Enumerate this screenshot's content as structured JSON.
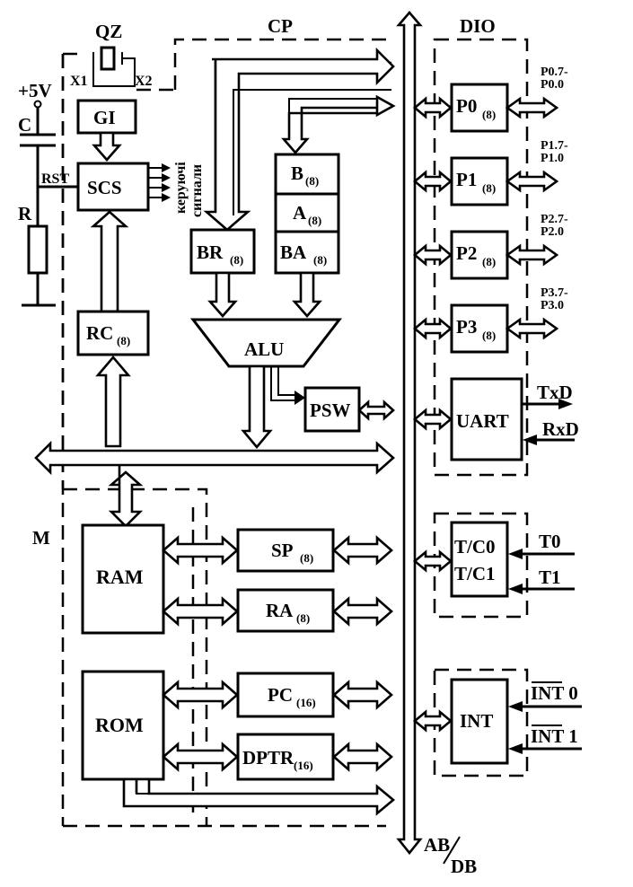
{
  "blocks": {
    "qz": "QZ",
    "x1": "X1",
    "x2": "X2",
    "plus5v": "+5V",
    "c": "C",
    "r": "R",
    "rst": "RST",
    "gi": "GI",
    "scs": "SCS",
    "control_signals_line1": "керуючі",
    "control_signals_line2": "сигнали",
    "rc": "RC",
    "rc_w": "(8)",
    "cp": "CP",
    "dio": "DIO",
    "br": "BR",
    "br_w": "(8)",
    "b": "B",
    "b_w": "(8)",
    "a": "A",
    "a_w": "(8)",
    "ba": "BA",
    "ba_w": "(8)",
    "alu": "ALU",
    "psw": "PSW",
    "m": "M",
    "ram": "RAM",
    "rom": "ROM",
    "sp": "SP",
    "sp_w": "(8)",
    "ra": "RA",
    "ra_w": "(8)",
    "pc": "PC",
    "pc_w": "(16)",
    "dptr": "DPTR",
    "dptr_w": "(16)",
    "ab": "AB",
    "db": "DB"
  },
  "ports": [
    {
      "name": "P0",
      "width": "(8)",
      "pin_top": "P0.7-",
      "pin_bottom": "P0.0"
    },
    {
      "name": "P1",
      "width": "(8)",
      "pin_top": "P1.7-",
      "pin_bottom": "P1.0"
    },
    {
      "name": "P2",
      "width": "(8)",
      "pin_top": "P2.7-",
      "pin_bottom": "P2.0"
    },
    {
      "name": "P3",
      "width": "(8)",
      "pin_top": "P3.7-",
      "pin_bottom": "P3.0"
    }
  ],
  "uart": {
    "name": "UART",
    "tx": "TxD",
    "rx": "RxD"
  },
  "timers": {
    "t0_block": "T/C0",
    "t1_block": "T/C1",
    "t0_pin": "T0",
    "t1_pin": "T1"
  },
  "interrupts": {
    "name": "INT",
    "int0": "INT 0",
    "int1": "INT 1"
  }
}
